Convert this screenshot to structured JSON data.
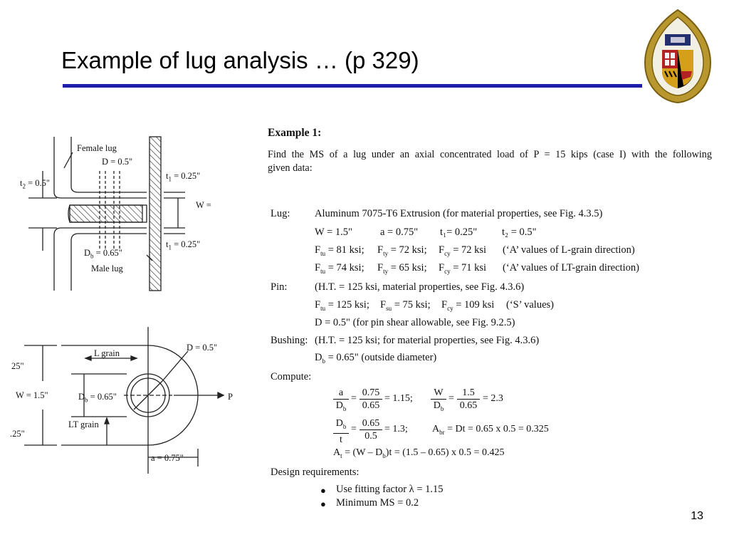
{
  "slide": {
    "title": "Example of lug analysis … (p 329)",
    "page_number": "13",
    "accent_color": "#1d1ea8"
  },
  "example": {
    "heading": "Example 1:",
    "para_line1": "Find the MS of a lug under an axial concentrated load of P = 15 kips (case I) with the following",
    "para_line2": "given data:",
    "lug": {
      "label": "Lug:",
      "line1": "Aluminum 7075-T6 Extrusion (for material properties, see Fig. 4.3.5)",
      "w": "W = 1.5\"",
      "a": "a = 0.75\"",
      "t1": "t₁= 0.25\"",
      "t2": "t₂ = 0.5\"",
      "ftu_l": "F<sub>tu</sub> = 81 ksi;",
      "fty_l": "F<sub>ty</sub> = 72 ksi;",
      "fcy_l": "F<sub>cy</sub> = 72 ksi",
      "note_l": "(‘A’ values of L-grain direction)",
      "ftu_lt": "F<sub>tu</sub> = 74 ksi;",
      "fty_lt": "F<sub>ty</sub> = 65 ksi;",
      "fcy_lt": "F<sub>cy</sub> = 71 ksi",
      "note_lt": "(‘A’ values of LT-grain direction)"
    },
    "pin": {
      "label": "Pin:",
      "line1": "(H.T. = 125 ksi, material properties, see Fig. 4.3.6)",
      "ftu": "F<sub>tu</sub> = 125 ksi;",
      "fsu": "F<sub>su</sub> = 75 ksi;",
      "fcy": "F<sub>cy</sub> = 109 ksi",
      "note": "(‘S’ values)",
      "d": "D = 0.5\" (for pin shear allowable, see Fig. 9.2.5)"
    },
    "bushing": {
      "label": "Bushing:",
      "line1": "(H.T. = 125 ksi; for material properties, see Fig. 4.3.6)",
      "db": "D<sub>b</sub> = 0.65\" (outside diameter)"
    },
    "compute": {
      "label": "Compute:",
      "f1_num": "a",
      "f1_den": "D<sub>b</sub>",
      "f1_mid_num": "0.75",
      "f1_mid_den": "0.65",
      "f1_res": "= 1.15;",
      "f2_num": "W",
      "f2_den": "D<sub>b</sub>",
      "f2_mid_num": "1.5",
      "f2_mid_den": "0.65",
      "f2_res": "= 2.3",
      "f3_num": "D<sub>b</sub>",
      "f3_den": "t",
      "f3_mid_num": "0.65",
      "f3_mid_den": "0.5",
      "f3_res": "= 1.3;",
      "abr": "A<sub>br</sub> = Dt = 0.65 x 0.5 = 0.325",
      "at": "A<sub>t</sub> = (W – D<sub>b</sub>)t = (1.5 – 0.65) x 0.5 = 0.425"
    },
    "design": {
      "label": "Design requirements:",
      "items": [
        "Use fitting factor λ = 1.15",
        "Minimum MS = 0.2"
      ]
    }
  },
  "drawing_top": {
    "female_lug": "Female lug",
    "d": "D = 0.5\"",
    "t2": "t<sub>2</sub> = 0.5\"",
    "t1_top": "t<sub>1</sub> = 0.25\"",
    "w": "W =",
    "t1_bottom": "t<sub>1</sub> = 0.25\"",
    "db": "D<sub>b</sub> = 0.65\"",
    "male_lug": "Male lug"
  },
  "drawing_bottom": {
    "d": "D = 0.5\"",
    "l_grain": "L grain",
    "top_dim": "25\"",
    "w": "W = 1.5\"",
    "db": "D<sub>b</sub> = 0.65\"",
    "p": "P",
    "lt_grain": "LT grain",
    "bottom_dim": ".25\"",
    "a": "a = 0.75\""
  }
}
